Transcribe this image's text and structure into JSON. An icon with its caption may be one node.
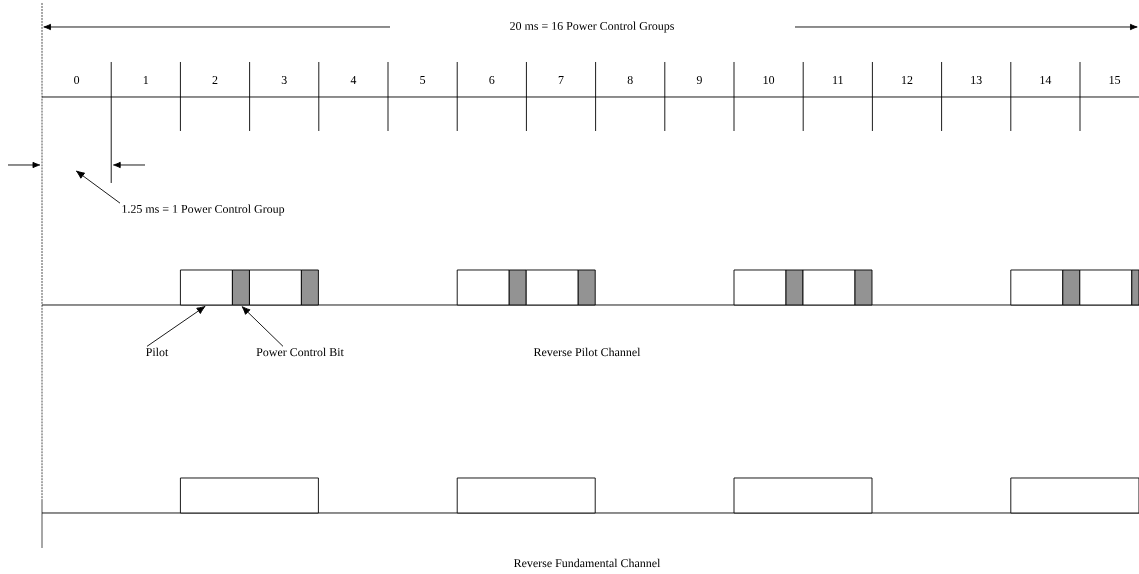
{
  "diagram": {
    "nodes": [
      {
        "text": [
          "Pilot"
        ]
      },
      {
        "text": [
          "Power Control Bit"
        ]
      },
      {
        "text": [
          "1.25 ms = 1 Power Control Group"
        ]
      },
      {
        "text": [],
        "shape": "box"
      },
      {
        "text": [],
        "shape": "box"
      }
    ],
    "edges": [
      {
        "from": 0,
        "to": 3,
        "arrow": "to"
      },
      {
        "from": 1,
        "to": 4,
        "arrow": "to"
      },
      {
        "from": 2,
        "to": null,
        "arrow": "to"
      }
    ],
    "labels": [
      "20 ms = 16 Power Control Groups",
      "0",
      "1",
      "2",
      "3",
      "4",
      "5",
      "6",
      "7",
      "8",
      "9",
      "10",
      "11",
      "12",
      "13",
      "14",
      "15",
      "Reverse Pilot Channel",
      "Reverse Fundamental Channel"
    ]
  }
}
